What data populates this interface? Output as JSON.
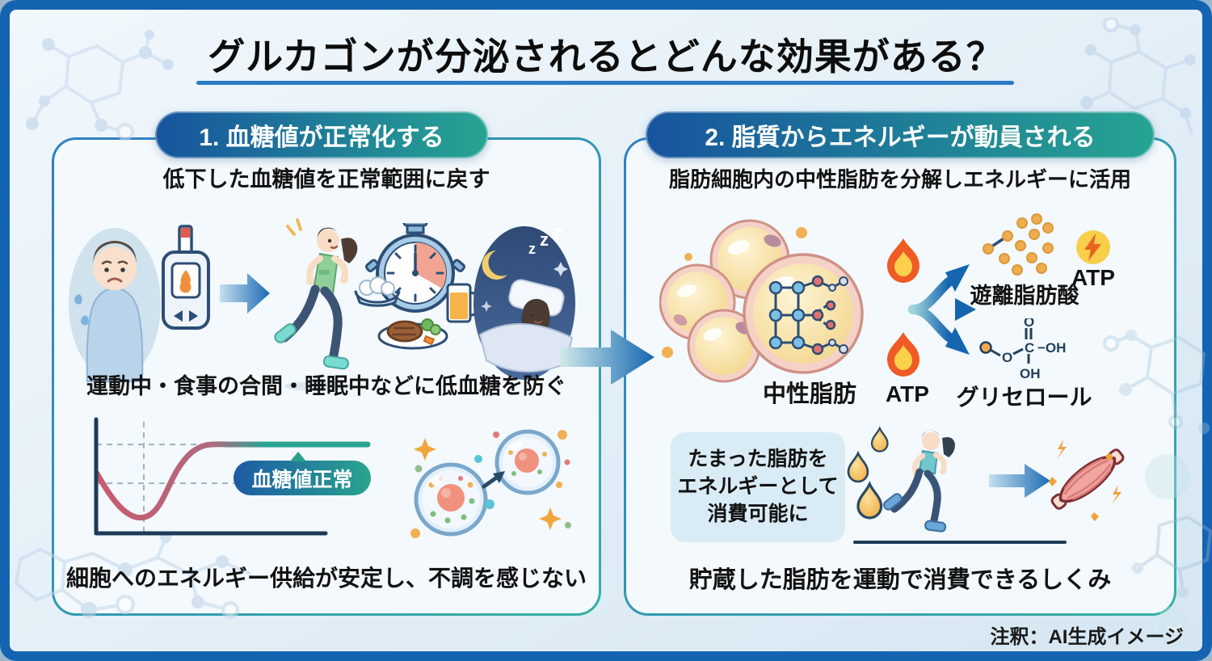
{
  "title": "グルカゴンが分泌されるとどんな効果がある？",
  "note": "注釈：AI生成イメージ",
  "panel1": {
    "header": "1. 血糖値が正常化する",
    "subtitle": "低下した血糖値を正常範囲に戻す",
    "caption_mid": "運動中・食事の合間・睡眠中などに低血糖を防ぐ",
    "chart_label": "血糖値正常",
    "caption_bottom": "細胞へのエネルギー供給が安定し、不調を感じない",
    "zzz": [
      "z",
      "z",
      "z"
    ]
  },
  "panel2": {
    "header": "2. 脂質からエネルギーが動員される",
    "subtitle": "脂肪細胞内の中性脂肪を分解しエネルギーに活用",
    "label_neutral_fat": "中性脂肪",
    "label_atp_flame": "ATP",
    "label_free_fatty_acid": "遊離脂肪酸",
    "label_atp_bolt": "ATP",
    "label_glycerol": "グリセロール",
    "glycerol": {
      "chain_o": "O",
      "carbonyl_o": "O",
      "c": "C",
      "oh_right": "−OH",
      "oh_bottom": "OH"
    },
    "box_lines": [
      "たまった脂肪を",
      "エネルギーとして",
      "消費可能に"
    ],
    "caption_bottom": "貯蔵した脂肪を運動で消費できるしくみ"
  },
  "chart_data": {
    "type": "line",
    "annotation": "血糖値正常",
    "x_norm": [
      0,
      0.18,
      0.45,
      0.58,
      1.0
    ],
    "y_norm": [
      0.5,
      0.12,
      0.72,
      0.82,
      0.82
    ],
    "color_start": "#c95a6e",
    "color_end": "#2aa392",
    "gridlines_dashed": true,
    "axis_color": "#1d3a58"
  },
  "colors": {
    "frame_blue": "#1464b2",
    "accent_blue": "#17549e",
    "accent_teal": "#26a492",
    "underline_blue": "#2b7ac6",
    "panel_bg": "#f3f9fc",
    "info_box_bg": "#d9ecf5"
  }
}
